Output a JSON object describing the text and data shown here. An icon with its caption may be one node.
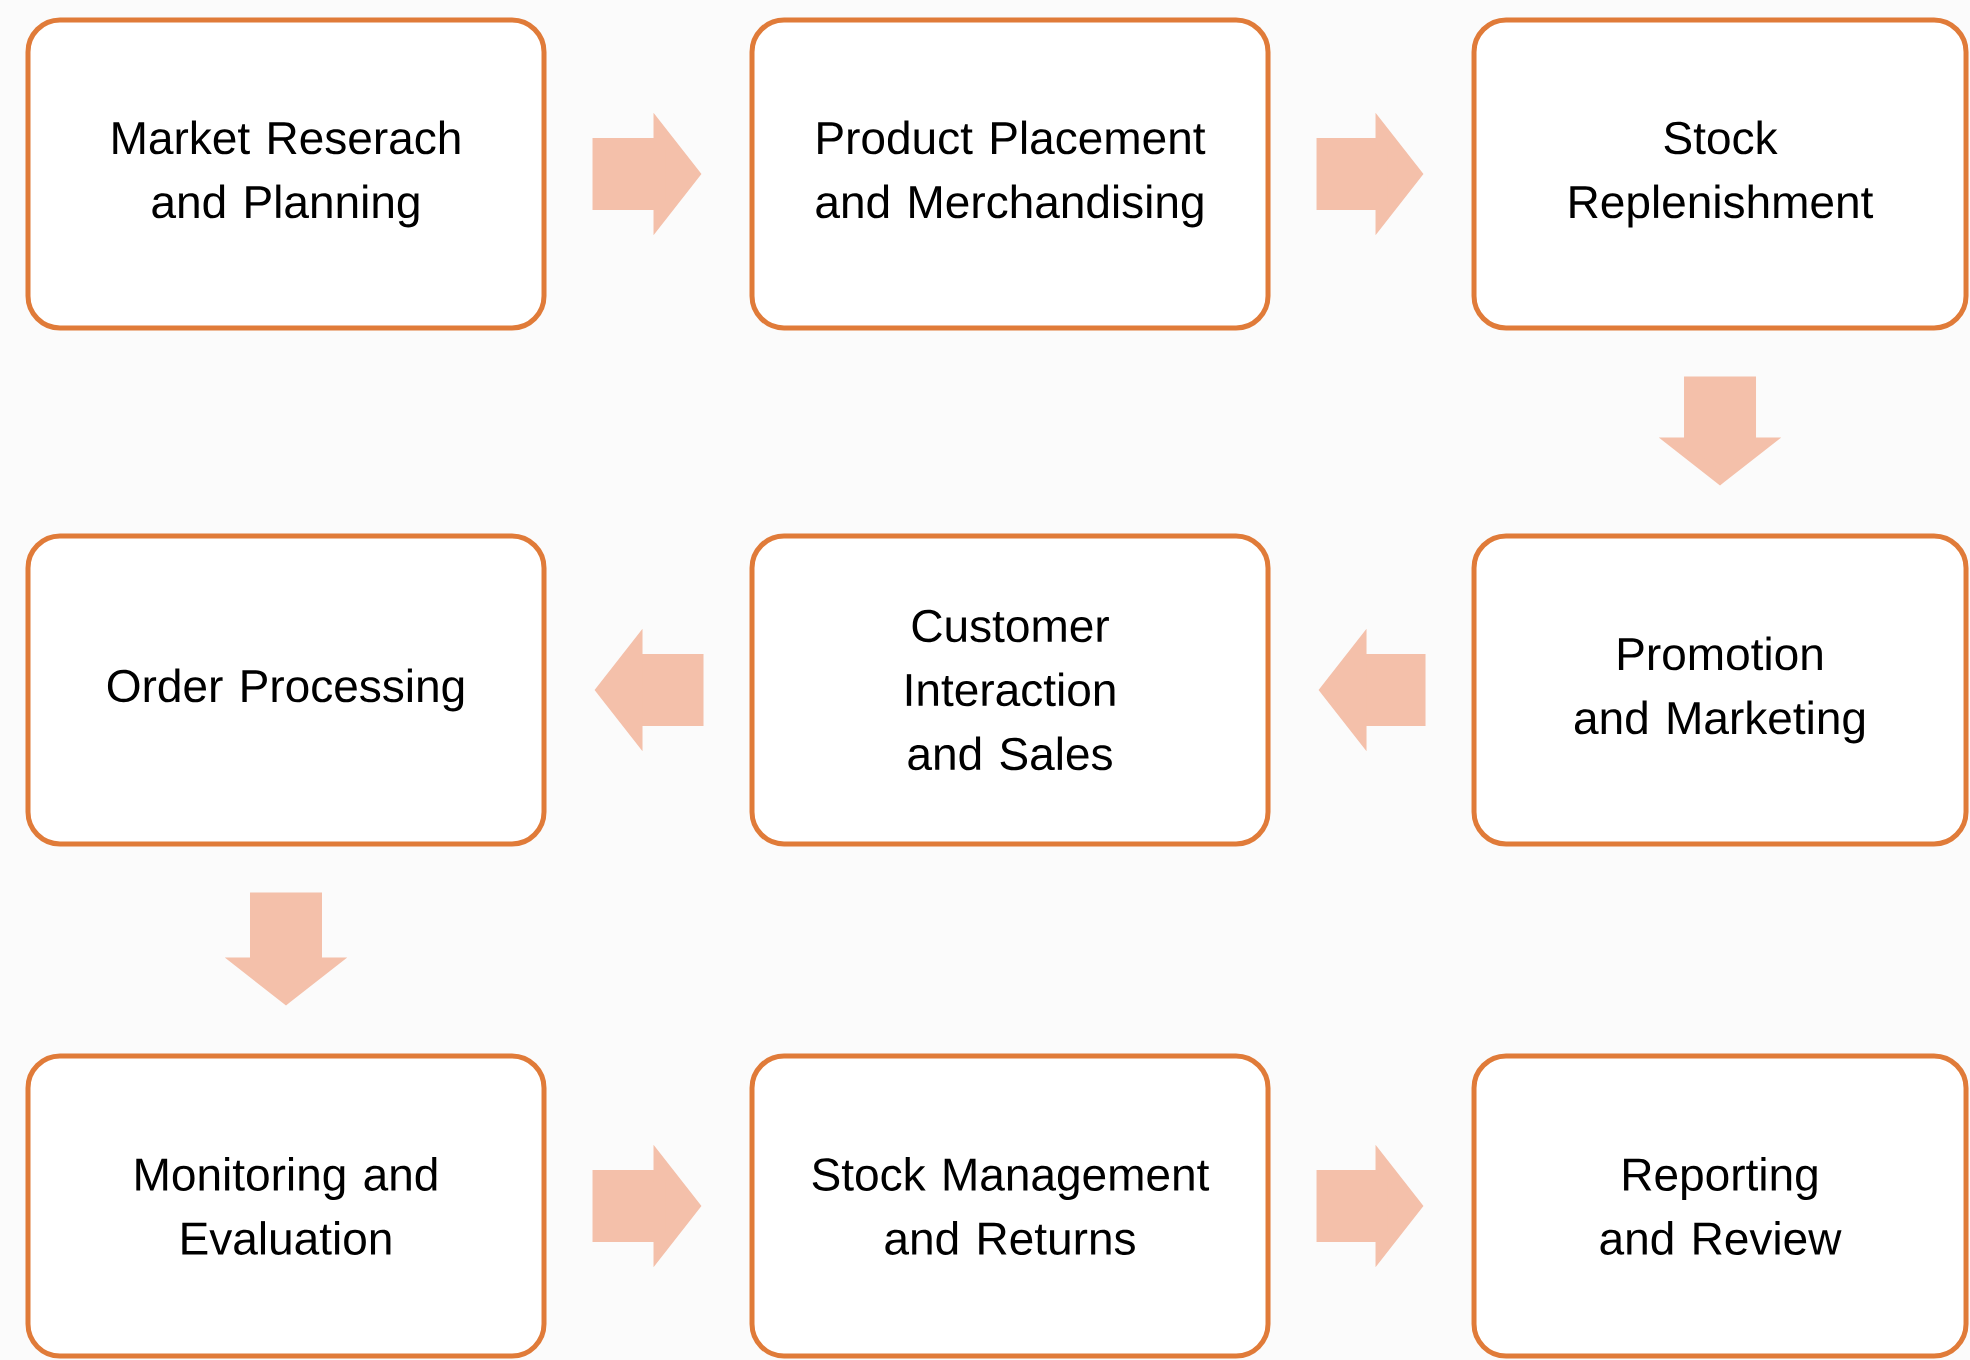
{
  "diagram": {
    "nodes": [
      {
        "text": [
          "Market Reserach and Planning"
        ]
      },
      {
        "text": [
          "Product Placement and Merchandising"
        ]
      },
      {
        "text": [
          "Stock Replenishment"
        ]
      },
      {
        "text": [
          "Order Processing"
        ]
      },
      {
        "text": [
          "Customer Interaction and Sales"
        ]
      },
      {
        "text": [
          "Promotion and Marketing"
        ]
      },
      {
        "text": [
          "Monitoring and Evaluation"
        ]
      },
      {
        "text": [
          "Stock Management and Returns"
        ]
      },
      {
        "text": [
          "Reporting and Review"
        ]
      }
    ],
    "edges": [
      {
        "from": 0,
        "to": 1,
        "arrow": "to"
      },
      {
        "from": 1,
        "to": 2,
        "arrow": "to"
      },
      {
        "from": 2,
        "to": 5,
        "arrow": "to"
      },
      {
        "from": 5,
        "to": 4,
        "arrow": "to"
      },
      {
        "from": 4,
        "to": 3,
        "arrow": "to"
      },
      {
        "from": 3,
        "to": 6,
        "arrow": "to"
      },
      {
        "from": 6,
        "to": 7,
        "arrow": "to"
      },
      {
        "from": 7,
        "to": 8,
        "arrow": "to"
      }
    ]
  }
}
